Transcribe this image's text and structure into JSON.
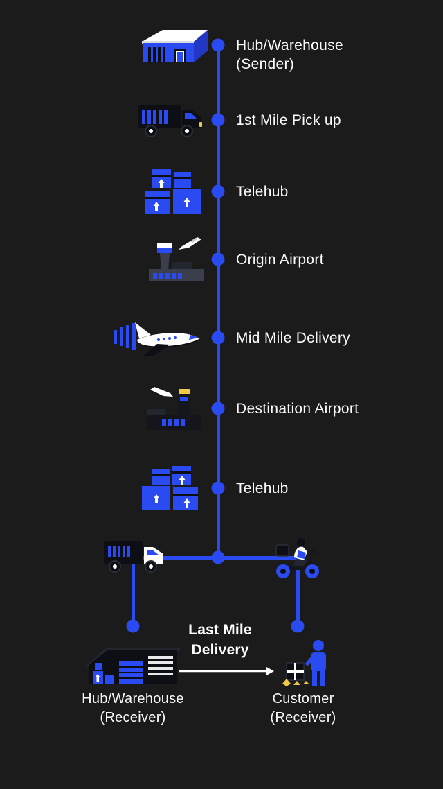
{
  "colors": {
    "background": "#1b1b1b",
    "accent_blue": "#2b4bf2",
    "text": "#fafafa",
    "icon_dark": "#0d0f15",
    "icon_white": "#ffffff",
    "highlight_yellow": "#f0c84a"
  },
  "timeline": {
    "stages": [
      {
        "label_line1": "Hub/Warehouse",
        "label_line2": "(Sender)",
        "icon": "warehouse-sender-icon"
      },
      {
        "label_line1": "1st Mile Pick up",
        "icon": "pickup-truck-icon"
      },
      {
        "label_line1": "Telehub",
        "icon": "parcel-boxes-icon"
      },
      {
        "label_line1": "Origin Airport",
        "icon": "origin-airport-icon"
      },
      {
        "label_line1": "Mid Mile Delivery",
        "icon": "cargo-airplane-icon"
      },
      {
        "label_line1": "Destination Airport",
        "icon": "destination-airport-icon"
      },
      {
        "label_line1": "Telehub",
        "icon": "parcel-boxes-icon"
      }
    ]
  },
  "branch": {
    "last_mile_line1": "Last Mile",
    "last_mile_line2": "Delivery",
    "left": {
      "icon_vehicle": "delivery-truck-icon",
      "icon_place": "warehouse-receiver-icon",
      "label_line1": "Hub/Warehouse",
      "label_line2": "(Receiver)"
    },
    "right": {
      "icon_vehicle": "delivery-scooter-icon",
      "icon_place": "customer-with-package-icon",
      "label_line1": "Customer",
      "label_line2": "(Receiver)"
    }
  }
}
